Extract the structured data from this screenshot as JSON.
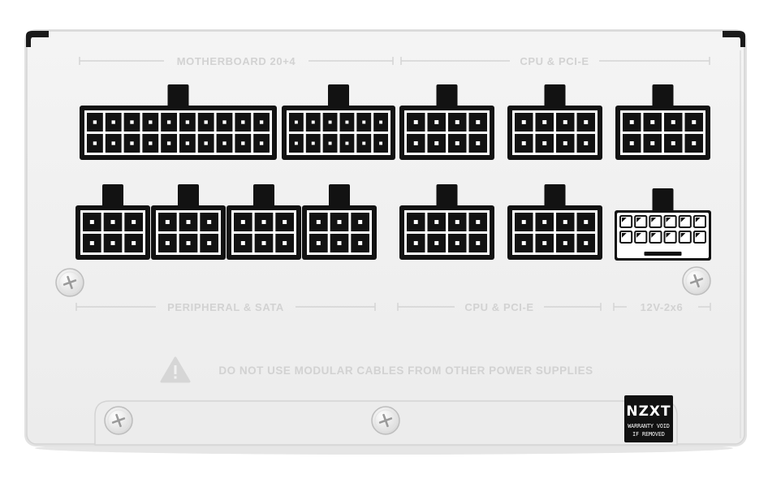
{
  "panel": {
    "label_motherboard": "MOTHERBOARD 20+4",
    "label_cpu_pcie_top": "CPU & PCI-E",
    "label_peripheral": "PERIPHERAL & SATA",
    "label_cpu_pcie_bottom": "CPU & PCI-E",
    "label_12v": "12V-2x6",
    "warning_text": "DO NOT USE MODULAR CABLES FROM OTHER POWER SUPPLIES"
  },
  "sticker": {
    "brand": "NZXT",
    "line1": "WARRANTY VOID",
    "line2": "IF REMOVED"
  },
  "icons": {
    "warning": "warning-triangle-icon",
    "screw": "screw-icon"
  },
  "colors": {
    "panel": "#f1f1f1",
    "connector": "#121212",
    "label": "#d2d2d2",
    "sticker": "#111111"
  }
}
